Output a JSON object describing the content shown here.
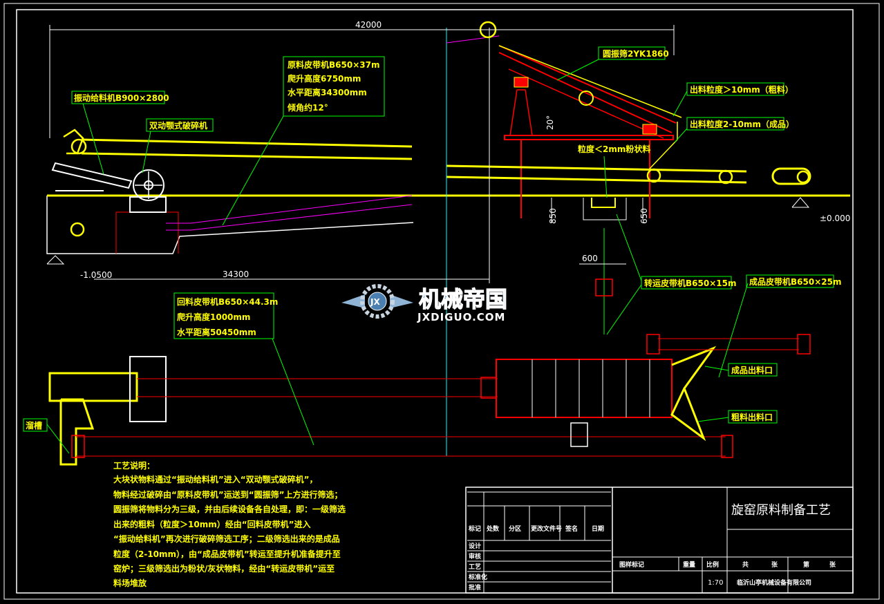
{
  "labels": {
    "feeder": "振动给料机B900×2800",
    "crusher": "双动颚式破碎机",
    "raw_belt": [
      "原料皮带机B650×37m",
      "爬升高度6750mm",
      "水平距离34300mm",
      "倾角约12°"
    ],
    "return_belt": [
      "回料皮带机B650×44.3m",
      "爬升高度1000mm",
      "水平距离50450mm"
    ],
    "screen": "圆振筛2YK1860",
    "coarse_out": "出料粒度＞10mm（粗料）",
    "product_out": "出料粒度2-10mm（成品）",
    "fines": "粒度＜2mm粉状料",
    "transfer_belt": "转运皮带机B650×15m",
    "product_belt": "成品皮带机B650×25m",
    "product_outlet": "成品出料口",
    "coarse_outlet": "粗料出料口",
    "chute": "溜槽"
  },
  "dimensions": {
    "total_length": "42000",
    "horizontal": "34300",
    "level_low": "-1.0500",
    "level_zero": "±0.000",
    "angle": "20°",
    "h850": "850",
    "h650": "650",
    "w600": "600"
  },
  "notes": {
    "heading": "工艺说明：",
    "lines": [
      "大块状物料通过“振动给料机”进入“双动颚式破碎机”，",
      "物料经过破碎由“原料皮带机”运送到“圆振筛”上方进行筛选；",
      "圆振筛将物料分为三级，并由后续设备各自处理，即：一级筛选",
      "出来的粗料（粒度＞10mm）经由“回料皮带机”进入",
      "“振动给料机”再次进行破碎筛选工序；二级筛选出来的是成品",
      "粒度（2-10mm），由“成品皮带机”转运至提升机准备提升至",
      "窑炉；三级筛选出为粉状/灰状物料，经由“转运皮带机”运至",
      "料场堆放"
    ]
  },
  "title_block": {
    "drawing_title": "旋窑原料制备工艺",
    "scale": "1:70",
    "header_cells": [
      "标记",
      "处数",
      "分区",
      "更改文件号",
      "签名",
      "日期"
    ],
    "row_labels": [
      "设计",
      "审核",
      "工艺",
      "标准化",
      "批准"
    ],
    "mid_cells": [
      "图样标记",
      "重量",
      "比例"
    ],
    "right_cells": [
      "共",
      "张",
      "第",
      "张"
    ],
    "company": "临沂山亭机械设备有限公司"
  },
  "watermark": {
    "name": "机械帝国",
    "url": "JXDIGUO.COM",
    "badge": "JX"
  },
  "colors": {
    "background": "#000000",
    "equipment": "#ffff00",
    "leader": "#00ff00",
    "dimension": "#ffffff",
    "structure": "#ff0000",
    "centerline": "#ff00ff",
    "grid": "#00ffff"
  }
}
